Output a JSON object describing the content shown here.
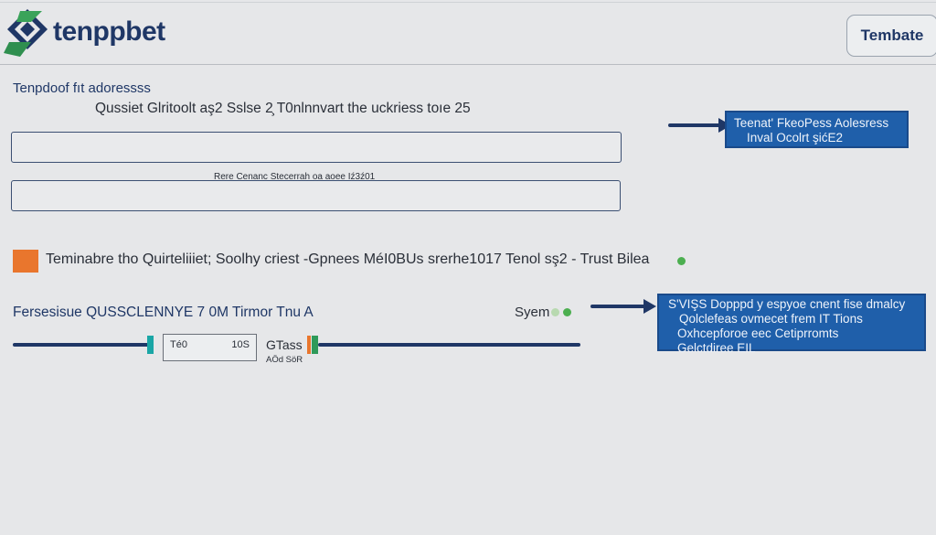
{
  "header": {
    "brand": "tenppbet",
    "template_button": "Tembate",
    "logo_icon": "diamond-logo-icon"
  },
  "form": {
    "address_label": "Tenpdoof fıt adoressss",
    "address_sub": "Qussiet Glritoolt aş2 Sslse 2̧ T0nlnnvart the uckriess toıe 25",
    "field1_value": "",
    "search_label": "Rere Cenanc Stecerrah oa aoee Iź3ź01",
    "field2_value": ""
  },
  "callout_top": {
    "lines": [
      "Teenat' FkeoPess Aolesress",
      "Inval Ocolrt şićE2"
    ]
  },
  "status_row": {
    "text": "Teminabre tho Quirteliiiet; Soolhy criest -Gpnees MéI0BUs srerhe1017 Tenol sş2 - Trust Bilea"
  },
  "slider_row": {
    "label": "Fersesisue QUSSCLENNYE 7 0M Tirmor Tnu A",
    "sym_label": "Syem",
    "range_min": "Té0",
    "range_max": "10S",
    "class_label": "GTass",
    "class_sub": "AÖd SöR"
  },
  "callout_bottom": {
    "lines": [
      "S'VIŞS Dopppd y espyoe cnent fise dmalcy",
      "Qolclefeas ovmecet frem IT Tions",
      "Oxhcepforoe eec Cetiprromts",
      "Gelctdiree EIL"
    ]
  },
  "colors": {
    "accent": "#1f5faa",
    "navy": "#1f3766",
    "orange": "#e9762d",
    "green": "#4caf50",
    "teal": "#1aa6a6"
  }
}
